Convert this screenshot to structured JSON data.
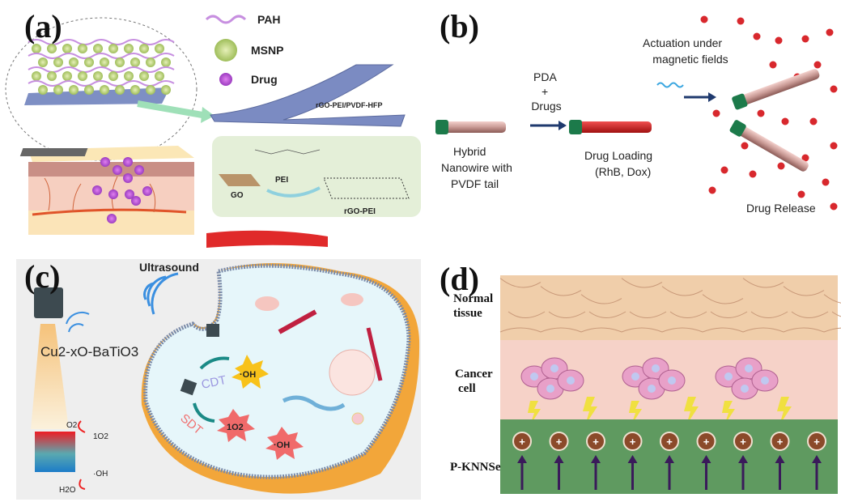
{
  "panels": {
    "a": {
      "label": "(a)",
      "legend": {
        "pah": "PAH",
        "msnp": "MSNP",
        "drug": "Drug"
      },
      "film": "rGO-PEI/PVDF-HFP",
      "inset": {
        "go": "GO",
        "pei": "PEI",
        "product": "rGO-PEI"
      }
    },
    "b": {
      "label": "(b)",
      "step1": [
        "Hybrid",
        "Nanowire with",
        "PVDF tail"
      ],
      "reagents": [
        "PDA",
        "+",
        "Drugs"
      ],
      "step2": [
        "Drug Loading",
        "(RhB, Dox)"
      ],
      "actuation": [
        "Actuation under",
        "magnetic fields"
      ],
      "step3": "Drug Release"
    },
    "c": {
      "label": "(c)",
      "ultrasound": "Ultrasound",
      "material": "Cu2-xO-BaTiO3",
      "o2": "O2",
      "singlet": "1O2",
      "oh": "·OH",
      "h2o": "H2O",
      "cdt": "CDT",
      "sdt": "SDT",
      "burst_oh": "·OH",
      "burst_singlet": "1O2",
      "burst_oh2": "·OH"
    },
    "d": {
      "label": "(d)",
      "normal": [
        "Normal",
        "tissue"
      ],
      "cancer": [
        "Cancer",
        "cell"
      ],
      "material": "P-KNNSe",
      "charge": "+"
    }
  },
  "colors": {
    "drug_purple": "#b04fd0",
    "msnp_green": "#c8dc8e",
    "blood_red": "#d8282d",
    "cell_bg": "#e6f6fa",
    "panel_c_bg": "#eeeeee",
    "tissue_green": "#5f9a60"
  }
}
